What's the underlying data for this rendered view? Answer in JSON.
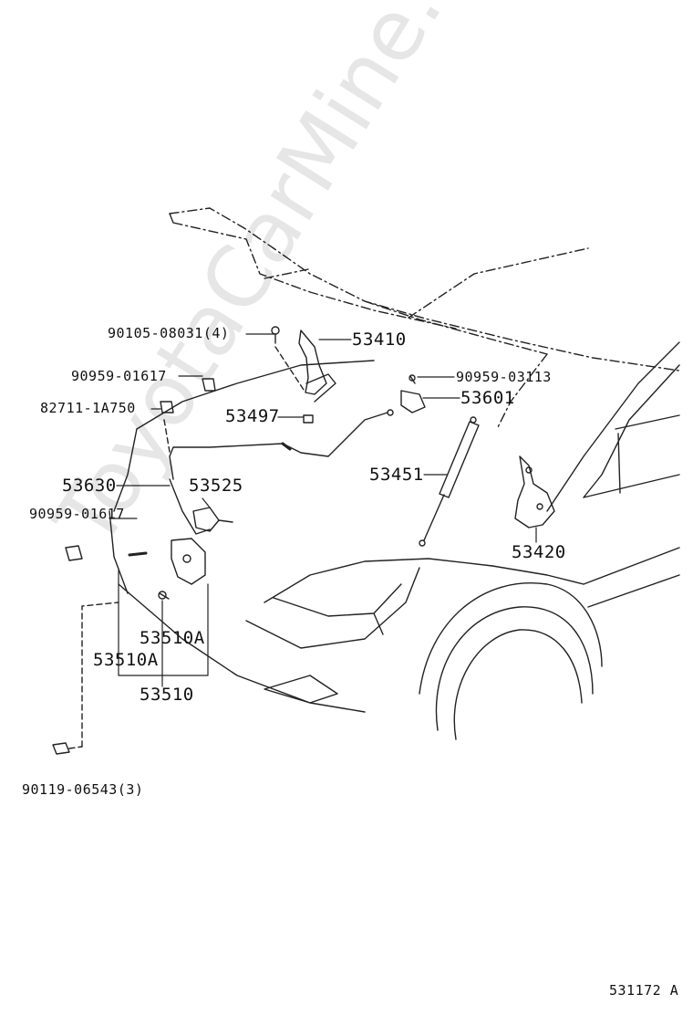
{
  "watermark": "ToyotaCarMine.ru",
  "figure_code": "531172 A",
  "parts": {
    "p90105": "90105-08031(4)",
    "p53410": "53410",
    "p90959a": "90959-01617",
    "p90959b": "90959-03113",
    "p82711": "82711-1A750",
    "p53601": "53601",
    "p53497": "53497",
    "p53451": "53451",
    "p53630": "53630",
    "p53525": "53525",
    "p90959c": "90959-01617",
    "p53420": "53420",
    "p53510a1": "53510A",
    "p53510a2": "53510A",
    "p53510": "53510",
    "p90119": "90119-06543(3)"
  }
}
